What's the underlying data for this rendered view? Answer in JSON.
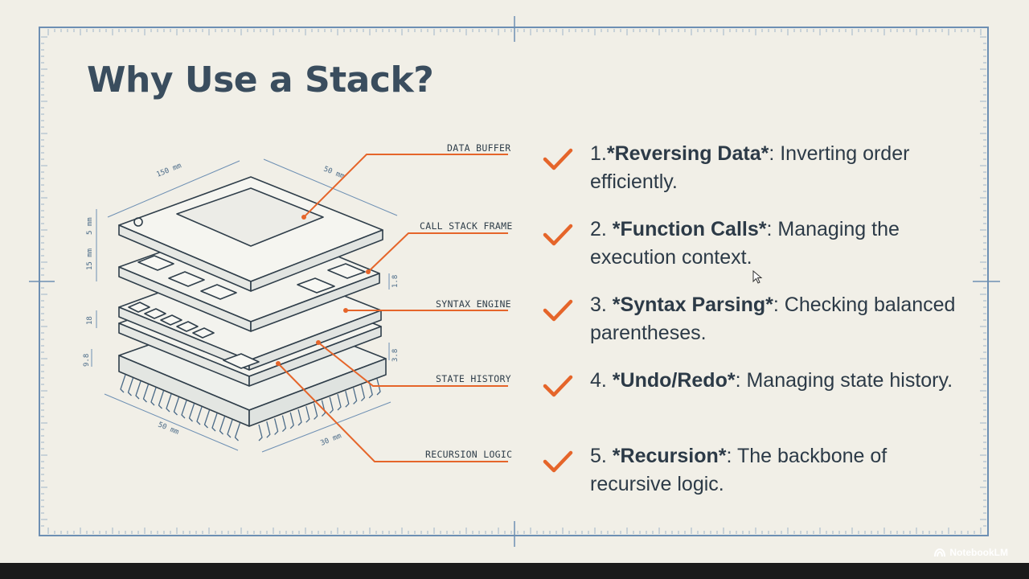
{
  "slide": {
    "title": "Why Use a Stack?"
  },
  "diagram": {
    "callouts": [
      "DATA BUFFER",
      "CALL STACK FRAME",
      "SYNTAX ENGINE",
      "STATE HISTORY",
      "RECURSION LOGIC"
    ],
    "dimensions": {
      "top_width": "150 mm",
      "top_depth": "50 mm",
      "left_a": "5 mm",
      "left_b": "15 mm",
      "right_a": "1.8",
      "left_c": "18",
      "left_d": "9.8",
      "right_b": "3.8",
      "bottom_width": "50 mm",
      "bottom_depth": "30 mm"
    }
  },
  "benefits": [
    {
      "num": "1.",
      "term": "*Reversing Data*",
      "desc": ": Inverting order efficiently."
    },
    {
      "num": "2. ",
      "term": "*Function Calls*",
      "desc": ": Managing the execution context."
    },
    {
      "num": "3. ",
      "term": "*Syntax Parsing*",
      "desc": ": Checking balanced parentheses."
    },
    {
      "num": "4. ",
      "term": "*Undo/Redo*",
      "desc": ": Managing state history."
    },
    {
      "num": "5. ",
      "term": "*Recursion*",
      "desc": ": The backbone of recursive logic."
    }
  ],
  "footer": {
    "brand": "NotebookLM"
  },
  "colors": {
    "accent": "#e5652a",
    "blueprint": "#6d8fb3",
    "ink": "#2c3a47",
    "background": "#f1efe7"
  },
  "icons": {
    "check": "checkmark-icon",
    "brand": "notebooklm-logo-icon",
    "pointer": "mouse-pointer-icon"
  }
}
